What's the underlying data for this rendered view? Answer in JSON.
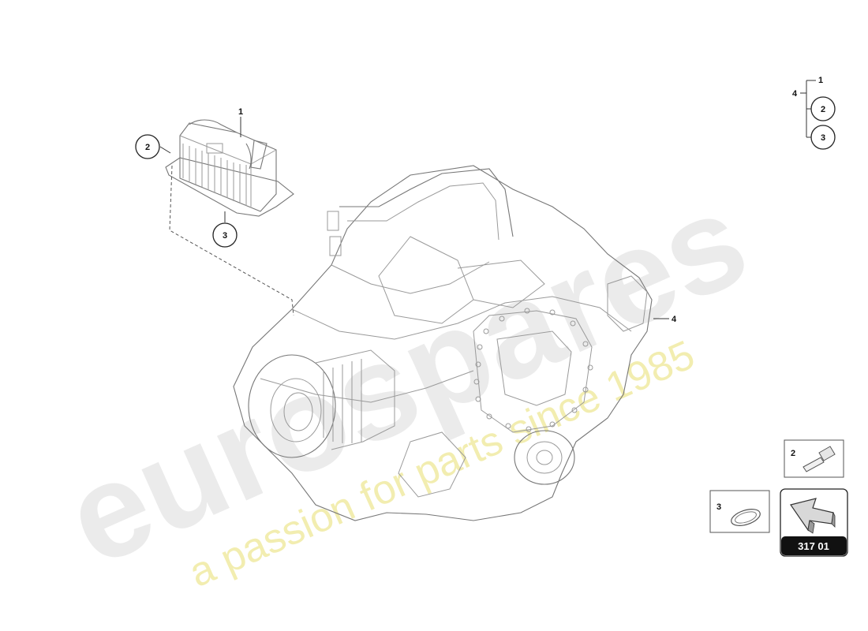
{
  "callouts": {
    "oil_cooler": "1",
    "screw_top": "2",
    "gasket_bottom": "3",
    "gearbox": "4"
  },
  "legend_tree": {
    "parent": "4",
    "child_1": "1",
    "child_2": "2",
    "child_3": "3"
  },
  "parts_key": {
    "screw_label": "2",
    "gasket_label": "3"
  },
  "reference": {
    "code": "317 01"
  },
  "watermark": {
    "brand": "eurospares",
    "tagline": "a passion for parts since 1985"
  },
  "icons": [
    "oil-cooler-drawing",
    "gearbox-drawing",
    "bolt-icon",
    "gasket-ring-icon",
    "direction-arrow-icon"
  ]
}
